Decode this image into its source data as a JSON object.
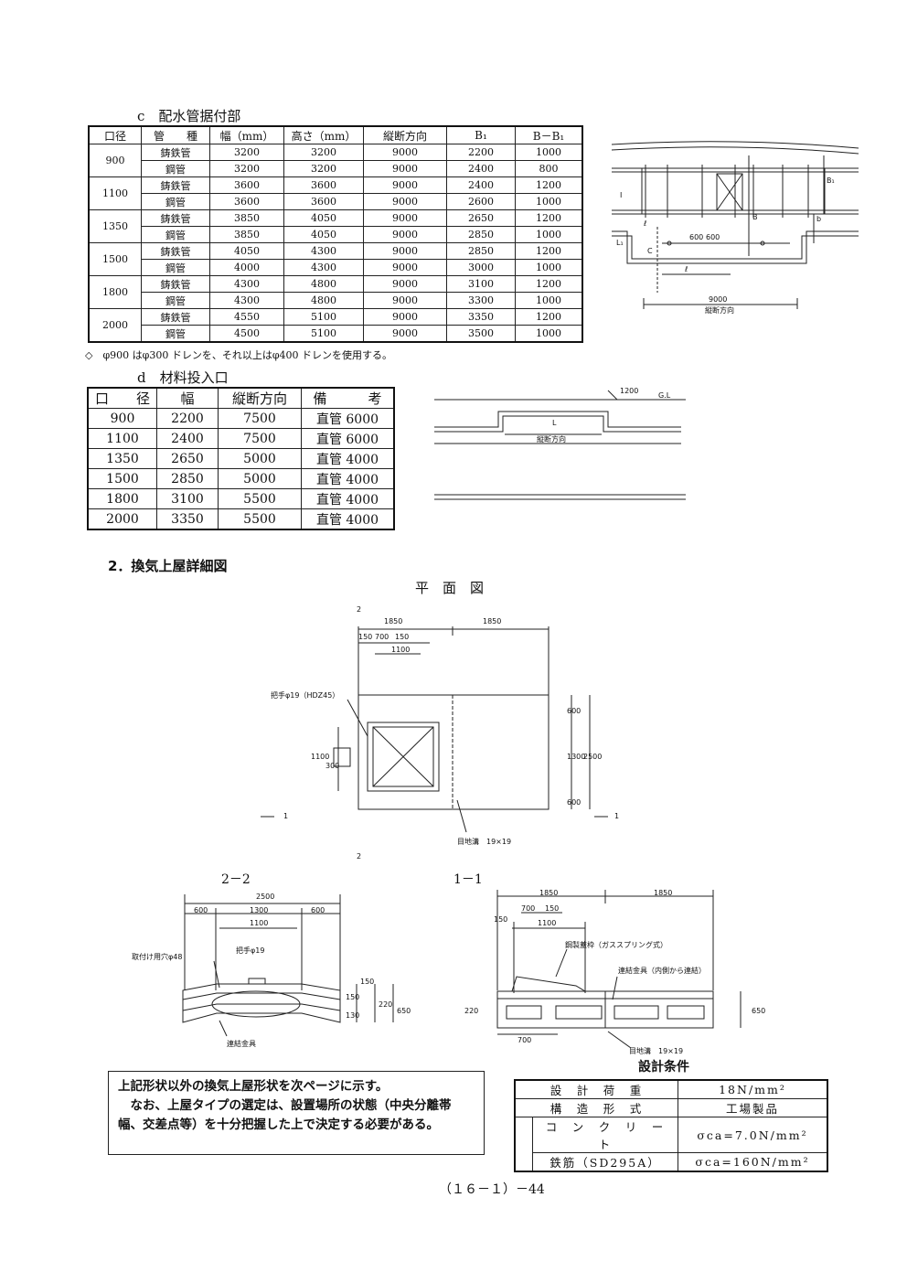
{
  "section_c": {
    "label": "c　配水管据付部",
    "headers": [
      "口径",
      "管　　種",
      "幅（mm）",
      "高さ（mm）",
      "縦断方向",
      "B₁",
      "B－B₁"
    ],
    "groups": [
      {
        "diameter": "900",
        "rows": [
          [
            "鋳鉄管",
            "3200",
            "3200",
            "9000",
            "2200",
            "1000"
          ],
          [
            "鋼管",
            "3200",
            "3200",
            "9000",
            "2400",
            "800"
          ]
        ]
      },
      {
        "diameter": "1100",
        "rows": [
          [
            "鋳鉄管",
            "3600",
            "3600",
            "9000",
            "2400",
            "1200"
          ],
          [
            "鋼管",
            "3600",
            "3600",
            "9000",
            "2600",
            "1000"
          ]
        ]
      },
      {
        "diameter": "1350",
        "rows": [
          [
            "鋳鉄管",
            "3850",
            "4050",
            "9000",
            "2650",
            "1200"
          ],
          [
            "鋼管",
            "3850",
            "4050",
            "9000",
            "2850",
            "1000"
          ]
        ]
      },
      {
        "diameter": "1500",
        "rows": [
          [
            "鋳鉄管",
            "4050",
            "4300",
            "9000",
            "2850",
            "1200"
          ],
          [
            "鋼管",
            "4000",
            "4300",
            "9000",
            "3000",
            "1000"
          ]
        ]
      },
      {
        "diameter": "1800",
        "rows": [
          [
            "鋳鉄管",
            "4300",
            "4800",
            "9000",
            "3100",
            "1200"
          ],
          [
            "鋼管",
            "4300",
            "4800",
            "9000",
            "3300",
            "1000"
          ]
        ]
      },
      {
        "diameter": "2000",
        "rows": [
          [
            "鋳鉄管",
            "4550",
            "5100",
            "9000",
            "3350",
            "1200"
          ],
          [
            "鋼管",
            "4500",
            "5100",
            "9000",
            "3500",
            "1000"
          ]
        ]
      }
    ],
    "note": "◇　φ900 はφ300 ドレンを、それ以上はφ400 ドレンを使用する。"
  },
  "diagram_c": {
    "dim_600": "600",
    "dim_600b": "600",
    "dim_9000": "9000",
    "caption": "縦断方向",
    "B": "B",
    "B1": "B₁",
    "b": "b",
    "l": "ℓ",
    "l2": "ℓ",
    "L1": "L₁",
    "C": "C",
    "I": "I"
  },
  "section_d": {
    "label": "d　材料投入口",
    "headers": [
      "口　　径",
      "幅",
      "縦断方向",
      "備　　　考"
    ],
    "rows": [
      [
        "900",
        "2200",
        "7500",
        "直管 6000"
      ],
      [
        "1100",
        "2400",
        "7500",
        "直管 6000"
      ],
      [
        "1350",
        "2650",
        "5000",
        "直管 4000"
      ],
      [
        "1500",
        "2850",
        "5000",
        "直管 4000"
      ],
      [
        "1800",
        "3100",
        "5500",
        "直管 4000"
      ],
      [
        "2000",
        "3350",
        "5500",
        "直管 4000"
      ]
    ]
  },
  "diagram_d": {
    "dim_1200": "1200",
    "gl": "G.L",
    "L": "L",
    "caption": "縦断方向"
  },
  "section_2": {
    "heading": "2．換気上屋詳細図",
    "plan_title": "平　面　図",
    "plan": {
      "d1850a": "1850",
      "d1850b": "1850",
      "d150a": "150",
      "d700": "700",
      "d150b": "150",
      "d1100": "1100",
      "handle": "把手φ19（HDZ45）",
      "d1100v": "1100",
      "d300": "300",
      "d600a": "600",
      "d1300": "1300",
      "d2500": "2500",
      "d600b": "600",
      "joint": "目地溝　19×19",
      "sec1": "1",
      "sec1b": "1",
      "sec2": "2",
      "sec2b": "2"
    },
    "s22": {
      "title": "2－2",
      "d2500": "2500",
      "d600a": "600",
      "d1300": "1300",
      "d600b": "600",
      "d1100": "1100",
      "hole": "取付け用穴φ48",
      "handle": "把手φ19",
      "d150": "150",
      "d150b": "150",
      "d130": "130",
      "d220": "220",
      "d650": "650",
      "connector": "連結金具"
    },
    "s11": {
      "title": "1－1",
      "d1850a": "1850",
      "d1850b": "1850",
      "d700": "700",
      "d150": "150",
      "d150b": "150",
      "d1100": "1100",
      "lid": "鋼製蓋枠（ガススプリング式）",
      "connector": "連結金具（内側から連結）",
      "d220": "220",
      "d650": "650",
      "d700b": "700",
      "joint": "目地溝　19×19"
    }
  },
  "note_box": {
    "line1": "上記形状以外の換気上屋形状を次ページに示す。",
    "line2": "　なお、上屋タイプの選定は、設置場所の状態（中央分離帯",
    "line3": "幅、交差点等）を十分把握した上で決定する必要がある。"
  },
  "design_conditions": {
    "title": "設計条件",
    "rows": [
      [
        "設　計　荷　重",
        "18N/mm²"
      ],
      [
        "構　造　形　式",
        "工場製品"
      ],
      [
        "コ　ン　ク　リ　ー　ト",
        "σca=7.0N/mm²"
      ],
      [
        "鉄筋（SD295A）",
        "σca=160N/mm²"
      ]
    ]
  },
  "footer": {
    "page": "（１６－１）－44"
  }
}
